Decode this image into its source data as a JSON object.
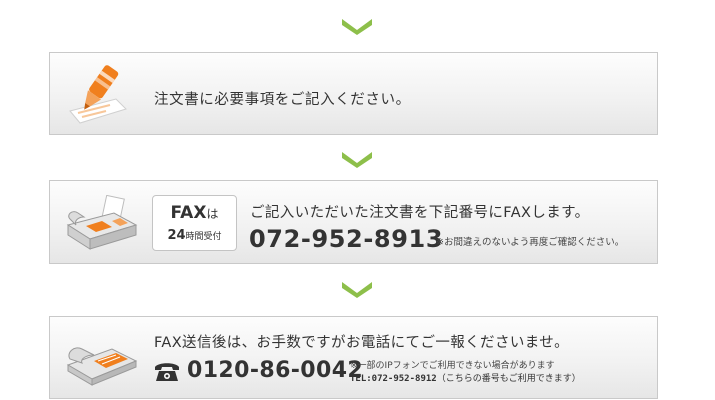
{
  "colors": {
    "accent_green": "#8dbf4a",
    "accent_orange": "#f07f1e",
    "text": "#333333"
  },
  "step1": {
    "icon": "pen-icon",
    "text": "注文書に必要事項をご記入ください。"
  },
  "step2": {
    "icon": "fax-machine-icon",
    "badge_fax": "FAX",
    "badge_ha": "は",
    "badge_hours": "24",
    "badge_reception": "時間受付",
    "text": "ご記入いただいた注文書を下記番号にFAXします。",
    "number": "072-952-8913",
    "note": "※お間違えのないよう再度ご確認ください。"
  },
  "step3": {
    "icon": "telephone-icon",
    "text": "FAX送信後は、お手数ですがお電話にてご一報くださいませ。",
    "phone_icon": "phone-handset-icon",
    "number": "0120-86-0042",
    "note_line1": "※一部のIPフォンでご利用できない場合があります",
    "note_tel": "TEL:072-952-8912",
    "note_tel_suffix": "（こちらの番号もご利用できます）"
  }
}
